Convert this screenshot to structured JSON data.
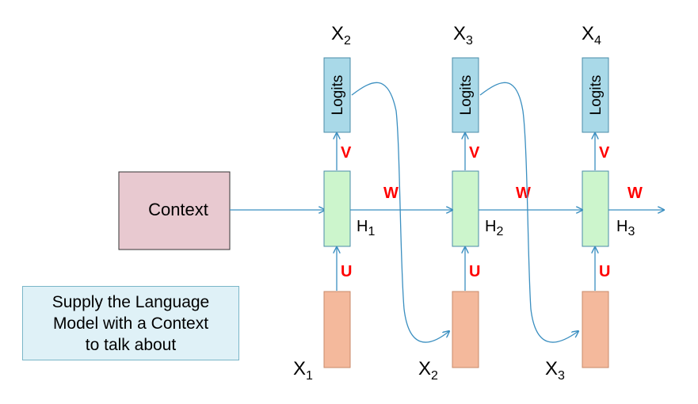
{
  "context_label": "Context",
  "note_lines": [
    "Supply the Language",
    "Model with a Context",
    "to talk about"
  ],
  "logits_label": "Logits",
  "weight_labels": {
    "v": "V",
    "u": "U",
    "w": "W"
  },
  "columns": [
    {
      "output": {
        "base": "X",
        "sub": "2"
      },
      "hidden": {
        "base": "H",
        "sub": "1"
      },
      "input": {
        "base": "X",
        "sub": "1"
      }
    },
    {
      "output": {
        "base": "X",
        "sub": "3"
      },
      "hidden": {
        "base": "H",
        "sub": "2"
      },
      "input": {
        "base": "X",
        "sub": "2"
      }
    },
    {
      "output": {
        "base": "X",
        "sub": "4"
      },
      "hidden": {
        "base": "H",
        "sub": "3"
      },
      "input": {
        "base": "X",
        "sub": "3"
      }
    }
  ],
  "colors": {
    "logits_fill": "#a9d9e8",
    "logits_stroke": "#4a8ca8",
    "hidden_fill": "#ccf5cc",
    "hidden_stroke": "#4a8ca8",
    "input_fill": "#f4b99c",
    "input_stroke": "#c98a6a",
    "context_fill": "#e8c9d0",
    "context_stroke": "#333333",
    "arrow": "#3b8fc0",
    "weight_text": "#ff0000"
  }
}
